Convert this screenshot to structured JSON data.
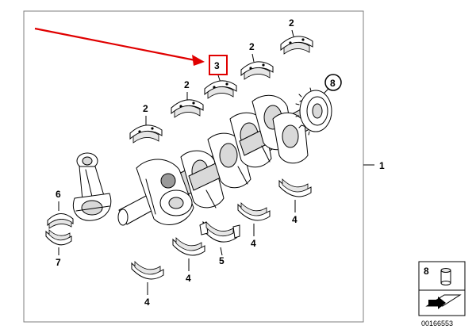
{
  "callouts": {
    "assembly": "1",
    "main_bearing_upper": "2",
    "highlighted_part": "3",
    "main_bearing_lower": "4",
    "thrust_bearing": "5",
    "conrod_bearing_upper": "6",
    "conrod_bearing_lower": "7",
    "sprocket_ref": "8",
    "legend_ref": "8"
  },
  "diagram_number": "00166553",
  "colors": {
    "highlight_box": "#e00000",
    "arrow": "#e00000",
    "line_art": "#000000",
    "frame": "#7f7f7f"
  },
  "icons": {
    "legend_part": "small-cylinder-icon",
    "legend_nav": "arrow-icon"
  }
}
